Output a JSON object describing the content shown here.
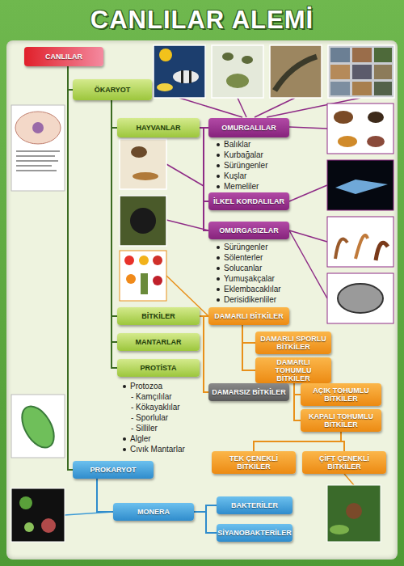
{
  "diagram": {
    "title": "CANLILAR ALEMİ",
    "nodes": [
      {
        "text": [
          "CANLILAR"
        ]
      },
      {
        "text": [
          "ÖKARYOT"
        ]
      },
      {
        "text": [
          "HAYVANLAR"
        ]
      },
      {
        "text": [
          "OMURGALILAR"
        ]
      },
      {
        "text": [
          "İLKEL KORDALILAR"
        ]
      },
      {
        "text": [
          "OMURGASIZLAR"
        ]
      },
      {
        "text": [
          "BİTKİLER"
        ]
      },
      {
        "text": [
          "MANTARLAR"
        ]
      },
      {
        "text": [
          "PROTİSTA"
        ]
      },
      {
        "text": [
          "DAMARLI BİTKİLER"
        ]
      },
      {
        "text": [
          "DAMARLI SPORLU BİTKİLER"
        ]
      },
      {
        "text": [
          "DAMARLI TOHUMLU BİTKİLER"
        ]
      },
      {
        "text": [
          "DAMARSIZ BİTKİLER"
        ]
      },
      {
        "text": [
          "AÇIK TOHUMLU BİTKİLER"
        ]
      },
      {
        "text": [
          "KAPALI TOHUMLU BİTKİLER"
        ]
      },
      {
        "text": [
          "TEK ÇENEKLİ BİTKİLER"
        ]
      },
      {
        "text": [
          "ÇİFT ÇENEKLİ BİTKİLER"
        ]
      },
      {
        "text": [
          "PROKARYOT"
        ]
      },
      {
        "text": [
          "MONERA"
        ]
      },
      {
        "text": [
          "BAKTERİLER"
        ]
      },
      {
        "text": [
          "SİYANOBAKTERİLER"
        ]
      }
    ],
    "edges": [
      {
        "from": 0,
        "to": 1,
        "arrow": "none"
      },
      {
        "from": 0,
        "to": 17,
        "arrow": "none"
      },
      {
        "from": 1,
        "to": 2,
        "arrow": "none"
      },
      {
        "from": 1,
        "to": 6,
        "arrow": "none"
      },
      {
        "from": 1,
        "to": 7,
        "arrow": "none"
      },
      {
        "from": 1,
        "to": 8,
        "arrow": "none"
      },
      {
        "from": 2,
        "to": 3,
        "arrow": "none"
      },
      {
        "from": 2,
        "to": 4,
        "arrow": "none"
      },
      {
        "from": 2,
        "to": 5,
        "arrow": "none"
      },
      {
        "from": 6,
        "to": 9,
        "arrow": "none"
      },
      {
        "from": 6,
        "to": 12,
        "arrow": "none"
      },
      {
        "from": 9,
        "to": 10,
        "arrow": "none"
      },
      {
        "from": 9,
        "to": 11,
        "arrow": "none"
      },
      {
        "from": 11,
        "to": 13,
        "arrow": "none"
      },
      {
        "from": 11,
        "to": 14,
        "arrow": "none"
      },
      {
        "from": 14,
        "to": 15,
        "arrow": "none"
      },
      {
        "from": 14,
        "to": 16,
        "arrow": "none"
      },
      {
        "from": 17,
        "to": 18,
        "arrow": "none"
      },
      {
        "from": 18,
        "to": 19,
        "arrow": "none"
      },
      {
        "from": 18,
        "to": 20,
        "arrow": "none"
      }
    ],
    "labels": [
      "Balıklar",
      "Kurbağalar",
      "Sürüngenler",
      "Kuşlar",
      "Memeliler",
      "Sürüngenler",
      "Sölenterler",
      "Solucanlar",
      "Yumuşakçalar",
      "Eklembacaklılar",
      "Derisidikenliler",
      "Protozoa",
      "- Kamçılılar",
      "- Kökayaklılar",
      "- Sporlular",
      "- Silliler",
      "Algler",
      "Cıvık Mantarlar"
    ]
  }
}
